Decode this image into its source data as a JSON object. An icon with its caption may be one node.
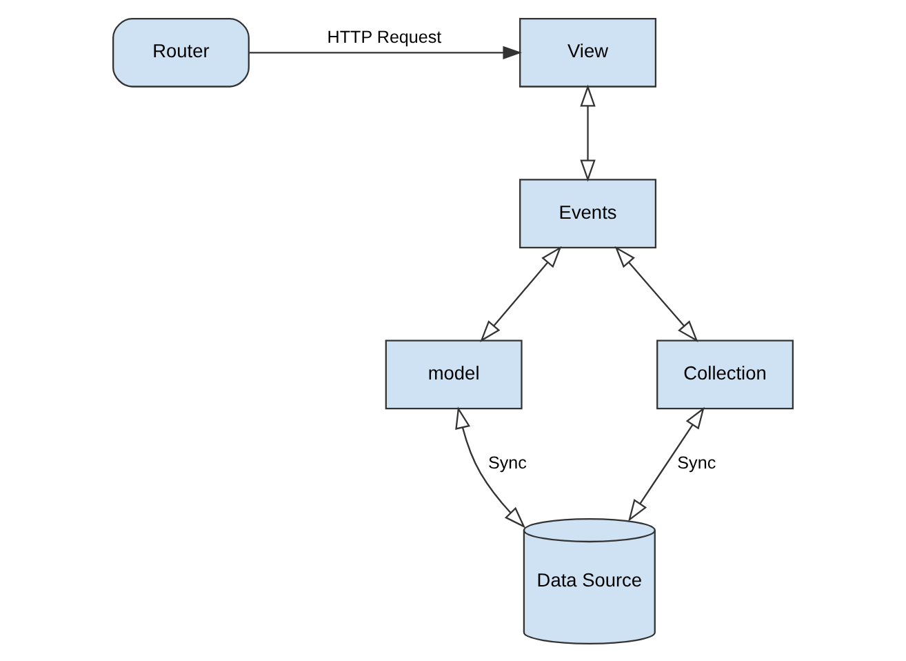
{
  "diagram": {
    "nodes": [
      {
        "text": [
          "View"
        ]
      },
      {
        "text": [
          "Router"
        ]
      },
      {
        "text": [
          "Events"
        ]
      },
      {
        "text": [
          "model"
        ]
      },
      {
        "text": [
          "Collection"
        ]
      },
      {
        "text": [
          "Data Source"
        ]
      }
    ],
    "edges": [
      {
        "from": 1,
        "to": 0,
        "arrow": "to",
        "label": "HTTP Request"
      },
      {
        "from": 0,
        "to": 2,
        "arrow": "both"
      },
      {
        "from": 2,
        "to": 3,
        "arrow": "both"
      },
      {
        "from": 2,
        "to": 4,
        "arrow": "both"
      },
      {
        "from": 3,
        "to": 5,
        "arrow": "both",
        "label": "Sync"
      },
      {
        "from": 4,
        "to": 5,
        "arrow": "both",
        "label": "Sync"
      }
    ]
  }
}
